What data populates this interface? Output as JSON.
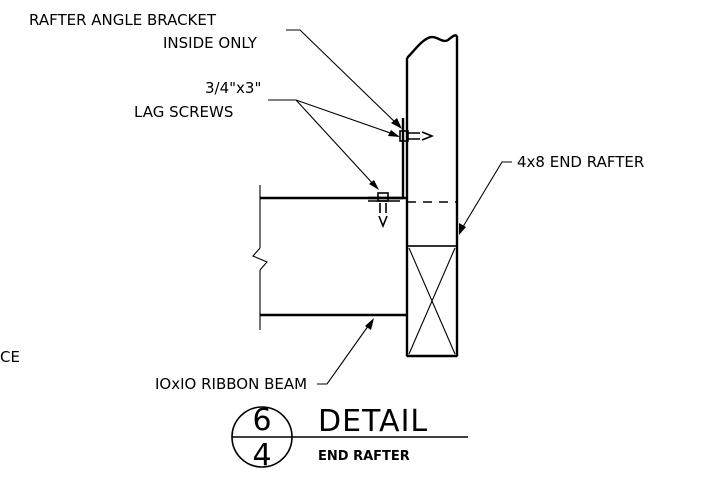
{
  "labels": {
    "bracket_line1": "RAFTER ANGLE BRACKET",
    "bracket_line2": "INSIDE ONLY",
    "lag_line1": "3/4\"x3\"",
    "lag_line2": "LAG SCREWS",
    "end_rafter": "4x8 END RAFTER",
    "ribbon_beam": "IOxIO RIBBON BEAM",
    "cropped_text": "CE"
  },
  "title": {
    "detail_number": "6",
    "sheet_number": "4",
    "heading": "DETAIL",
    "subheading": "END RAFTER"
  }
}
